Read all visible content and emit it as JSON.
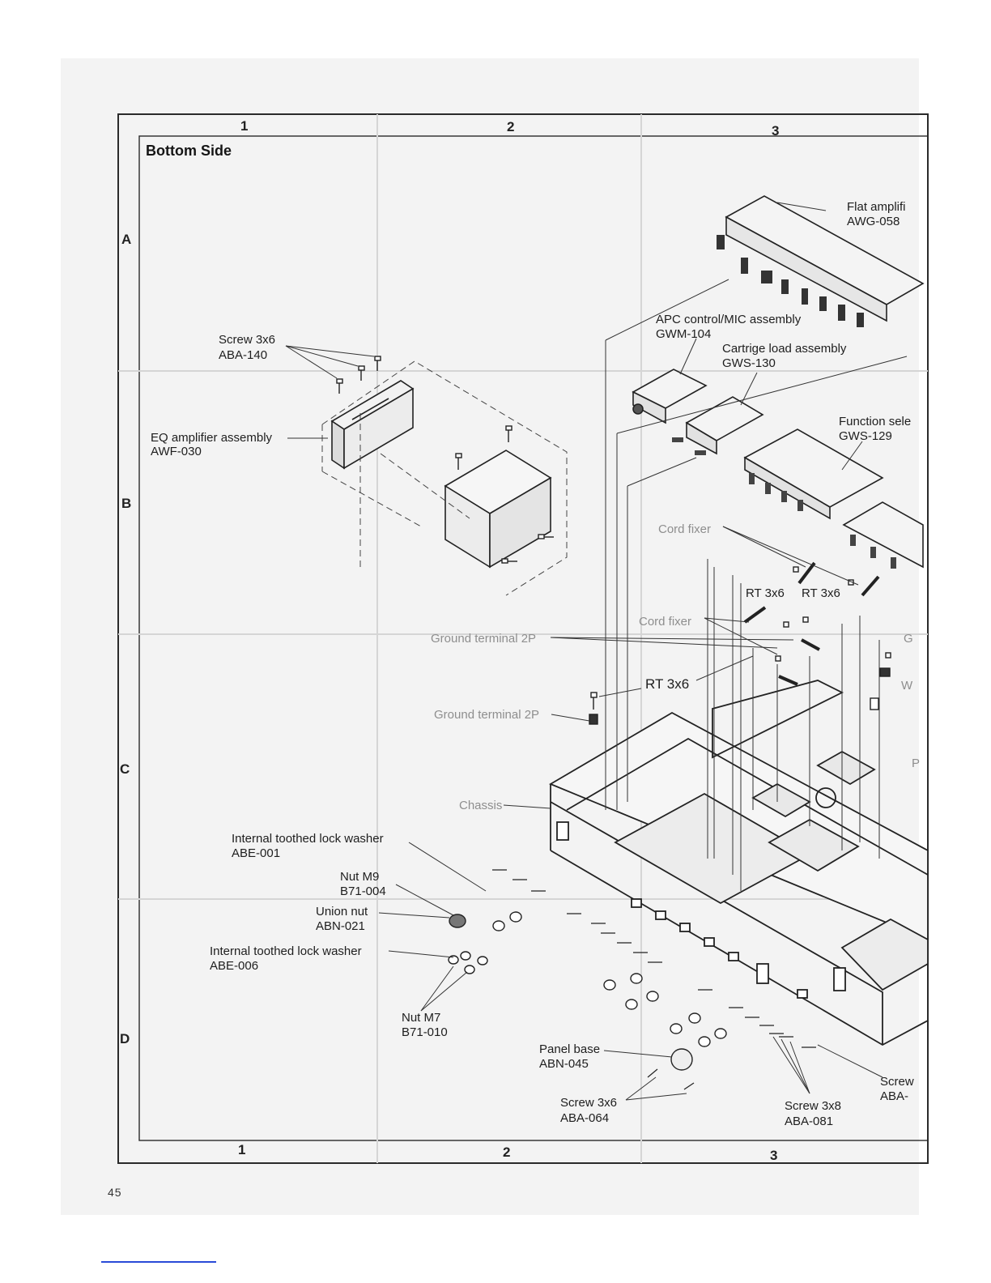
{
  "title": "Bottom Side",
  "page_number": "45",
  "grid": {
    "columns": [
      "1",
      "2",
      "3"
    ],
    "rows": [
      "A",
      "B",
      "C",
      "D"
    ]
  },
  "labels": {
    "flat_amp_name": "Flat amplifi",
    "flat_amp_pn": "AWG-058",
    "apc_name": "APC control/MIC assembly",
    "apc_pn": "GWM-104",
    "cart_name": "Cartrige load assembly",
    "cart_pn": "GWS-130",
    "func_name": "Function sele",
    "func_pn": "GWS-129",
    "screw_top_name": "Screw 3x6",
    "screw_top_pn": "ABA-140",
    "eq_name": "EQ amplifier assembly",
    "eq_pn": "AWF-030",
    "cord_fixer_1": "Cord fixer",
    "rt_a": "RT 3x6",
    "rt_b": "RT 3x6",
    "cord_fixer_2": "Cord fixer",
    "ground_1": "Ground terminal 2P",
    "rt_c": "RT 3x6",
    "ground_2": "Ground terminal 2P",
    "chassis": "Chassis",
    "itlw1_name": "Internal toothed lock washer",
    "itlw1_pn": "ABE-001",
    "nut_m9_name": "Nut M9",
    "nut_m9_pn": "B71-004",
    "union_nut_name": "Union nut",
    "union_nut_pn": "ABN-021",
    "itlw2_name": "Internal toothed lock washer",
    "itlw2_pn": "ABE-006",
    "nut_m7_name": "Nut M7",
    "nut_m7_pn": "B71-010",
    "panel_base_name": "Panel base",
    "panel_base_pn": "ABN-045",
    "screw_bot_name": "Screw 3x6",
    "screw_bot_pn": "ABA-064",
    "screw38_name": "Screw 3x8",
    "screw38_pn": "ABA-081",
    "screw_edge_name": "Screw",
    "screw_edge_pn": "ABA-",
    "edge_g": "G",
    "edge_w": "W",
    "edge_p": "P"
  }
}
